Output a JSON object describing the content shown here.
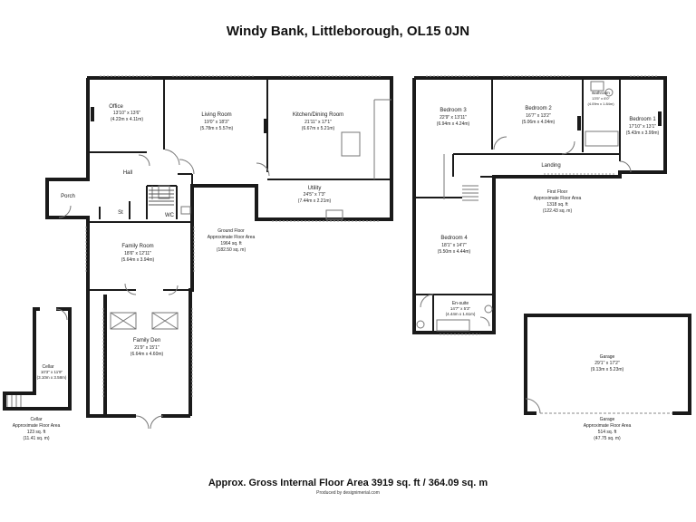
{
  "title": "Windy Bank, Littleborough, OL15 0JN",
  "total_area": "Approx. Gross Internal Floor Area 3919 sq. ft / 364.09 sq. m",
  "credit": "Produced by designimerial.com",
  "rooms": {
    "office": {
      "name": "Office",
      "dims": "13'10\" x 13'6\"",
      "metric": "(4.22m x 4.11m)"
    },
    "living": {
      "name": "Living Room",
      "dims": "19'0\" x 18'3\"",
      "metric": "(5.78m x 5.57m)"
    },
    "kitchen": {
      "name": "Kitchen/Dining Room",
      "dims": "21'11\" x 17'1\"",
      "metric": "(6.67m x 5.21m)"
    },
    "hall": {
      "name": "Hall"
    },
    "porch": {
      "name": "Porch"
    },
    "st": {
      "name": "St"
    },
    "wc": {
      "name": "WC"
    },
    "utility": {
      "name": "Utility",
      "dims": "24'5\" x 7'3\"",
      "metric": "(7.44m x 2.21m)"
    },
    "family_room": {
      "name": "Family Room",
      "dims": "18'6\" x 12'11\"",
      "metric": "(5.64m x 3.94m)"
    },
    "family_den": {
      "name": "Family Den",
      "dims": "21'9\" x 15'1\"",
      "metric": "(6.64m x 4.60m)"
    },
    "cellar": {
      "name": "Cellar",
      "dims": "10'3\" x 11'9\"",
      "metric": "(3.10m x 3.58m)"
    },
    "bed3": {
      "name": "Bedroom 3",
      "dims": "22'9\" x 13'11\"",
      "metric": "(6.94m x 4.24m)"
    },
    "bed2": {
      "name": "Bedroom 2",
      "dims": "16'7\" x 13'2\"",
      "metric": "(5.06m x 4.04m)"
    },
    "bathroom": {
      "name": "Bathroom",
      "dims": "13'5\" x 6'0\"",
      "metric": "(4.09m x 1.84m)"
    },
    "bed1": {
      "name": "Bedroom 1",
      "dims": "17'10\" x 13'1\"",
      "metric": "(5.43m x 3.99m)"
    },
    "landing": {
      "name": "Landing"
    },
    "bed4": {
      "name": "Bedroom 4",
      "dims": "18'1\" x 14'7\"",
      "metric": "(5.50m x 4.44m)"
    },
    "ensuite": {
      "name": "En-suite",
      "dims": "14'7\" x 5'3\"",
      "metric": "(4.44m x 1.61m)"
    },
    "garage": {
      "name": "Garage",
      "dims": "29'1\" x 17'2\"",
      "metric": "(9.13m x 5.23m)"
    }
  },
  "floors": {
    "ground": {
      "name": "Ground Floor",
      "sub": "Approximate Floor Area",
      "sqft": "1964 sq. ft",
      "sqm": "(182.50 sq. m)"
    },
    "first": {
      "name": "First Floor",
      "sub": "Approximate Floor Area",
      "sqft": "1318 sq. ft",
      "sqm": "(122.43 sq. m)"
    },
    "cellar": {
      "name": "Cellar",
      "sub": "Approximate Floor Area",
      "sqft": "123 sq. ft",
      "sqm": "(11.41 sq. m)"
    },
    "garage": {
      "name": "Garage",
      "sub": "Approximate Floor Area",
      "sqft": "514 sq. ft",
      "sqm": "(47.75 sq. m)"
    }
  }
}
